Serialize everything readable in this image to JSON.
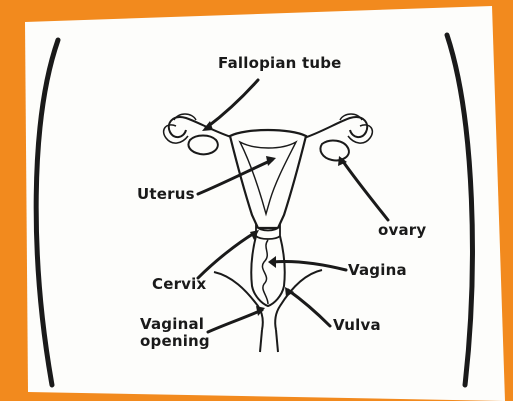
{
  "colors": {
    "background": "#f28a1e",
    "paper": "#fdfdfb",
    "ink": "#1a1a1a"
  },
  "labels": {
    "fallopian_tube": "Fallopian tube",
    "uterus": "Uterus",
    "ovary": "ovary",
    "vagina": "Vagina",
    "cervix": "Cervix",
    "vaginal_opening_line1": "Vaginal",
    "vaginal_opening_line2": "opening",
    "vulva": "Vulva"
  }
}
